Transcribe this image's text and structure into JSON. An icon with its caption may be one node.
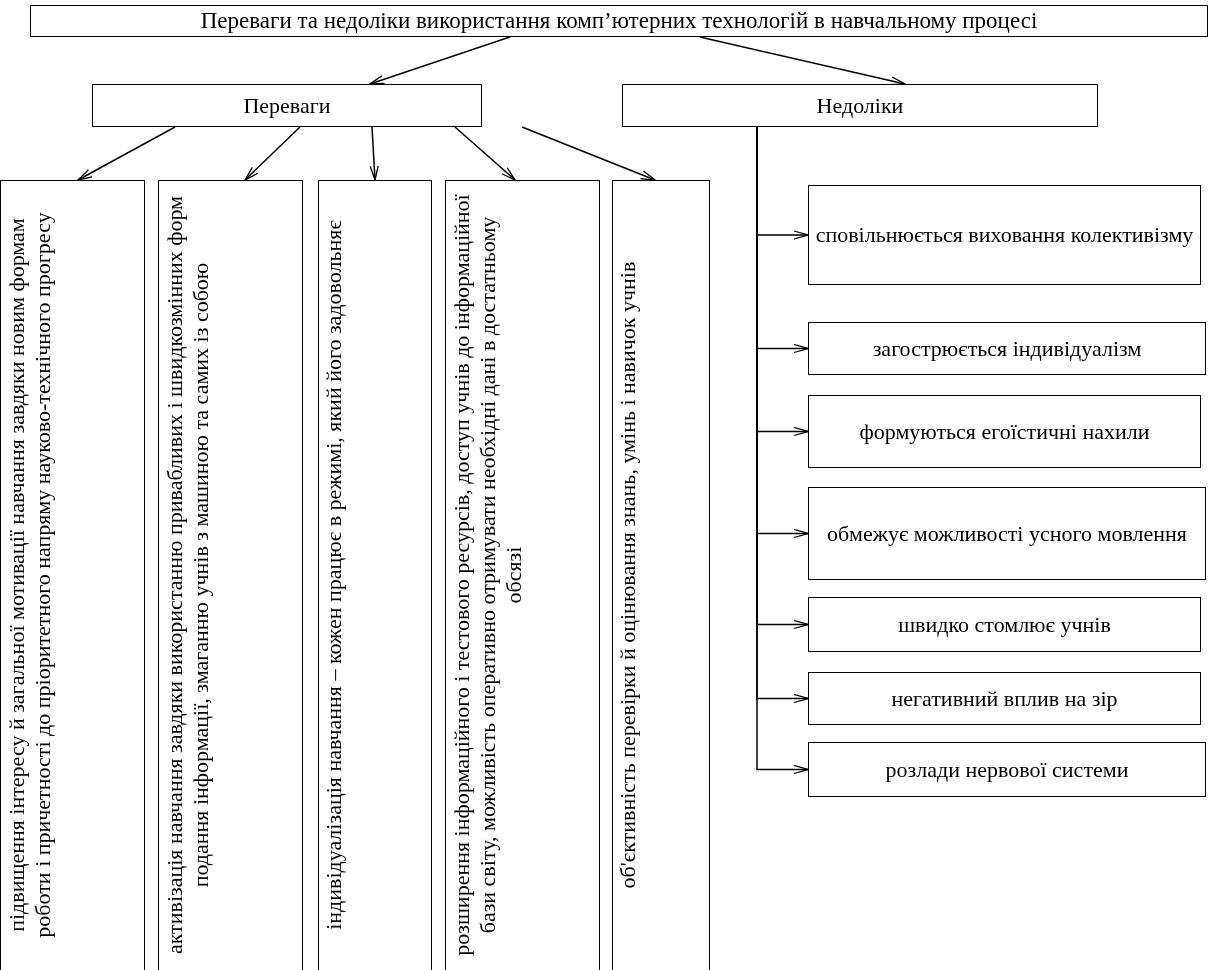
{
  "diagram": {
    "nodes": [
      {
        "text": [
          "Переваги та недоліки використання комп’ютерних технологій в навчальному процесі"
        ]
      },
      {
        "text": [
          "Переваги"
        ]
      },
      {
        "text": [
          "Недоліки"
        ]
      },
      {
        "text": [
          "підвищення інтересу й загальної мотивації навчання завдяки новим формам роботи і причетності до пріоритетного напряму науково-технічного прогресу"
        ]
      },
      {
        "text": [
          "активізація навчання завдяки використанню привабливих і швидкозмінних форм подання інформації, змаганню учнів з машиною та самих із собою"
        ]
      },
      {
        "text": [
          "індивідуалізація навчання – кожен працює в режимі, який його задовольняє"
        ]
      },
      {
        "text": [
          "розширення інформаційного і тестового ресурсів, доступ учнів до інформаційної бази світу, можливість оперативно отримувати необхідні дані в достатньому обсязі"
        ]
      },
      {
        "text": [
          "об'єктивність перевірки й оцінювання знань, умінь і навичок учнів"
        ]
      },
      {
        "text": [
          "сповільнюється виховання колективізму"
        ]
      },
      {
        "text": [
          "загострюється індивідуалізм"
        ]
      },
      {
        "text": [
          "формуються егоїстичні нахили"
        ]
      },
      {
        "text": [
          "обмежує можливості усного мовлення"
        ]
      },
      {
        "text": [
          "швидко стомлює учнів"
        ]
      },
      {
        "text": [
          "негативний вплив на зір"
        ]
      },
      {
        "text": [
          "розлади нервової системи"
        ]
      }
    ],
    "edges": [
      {
        "from": 0,
        "to": 1,
        "arrow": "to"
      },
      {
        "from": 0,
        "to": 2,
        "arrow": "to"
      },
      {
        "from": 1,
        "to": 3,
        "arrow": "to"
      },
      {
        "from": 1,
        "to": 4,
        "arrow": "to"
      },
      {
        "from": 1,
        "to": 5,
        "arrow": "to"
      },
      {
        "from": 1,
        "to": 6,
        "arrow": "to"
      },
      {
        "from": 1,
        "to": 7,
        "arrow": "to"
      },
      {
        "from": 2,
        "to": 8,
        "arrow": "to"
      },
      {
        "from": 2,
        "to": 9,
        "arrow": "to"
      },
      {
        "from": 2,
        "to": 10,
        "arrow": "to"
      },
      {
        "from": 2,
        "to": 11,
        "arrow": "to"
      },
      {
        "from": 2,
        "to": 12,
        "arrow": "to"
      },
      {
        "from": 2,
        "to": 13,
        "arrow": "to"
      },
      {
        "from": 2,
        "to": 14,
        "arrow": "to"
      }
    ]
  }
}
